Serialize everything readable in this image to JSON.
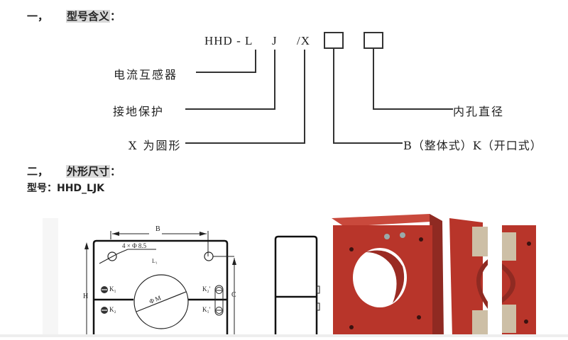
{
  "section1": {
    "number": "一，",
    "title": "型号含义",
    "colon": "："
  },
  "model_code": {
    "prefix": "HHD - L",
    "part_j": "J",
    "part_x": "/X",
    "boxes": [
      "",
      ""
    ]
  },
  "legend": {
    "current_transformer": "电流互感器",
    "ground_protection": "接地保护",
    "x_round": "X 为圆形",
    "inner_diameter": "内孔直径",
    "type_options": "B（整体式）K（开口式）"
  },
  "section2": {
    "number": "二，",
    "title": "外形尺寸",
    "colon": "："
  },
  "model_line": {
    "label": "型号：",
    "value": "HHD_LJK"
  },
  "drawing": {
    "dim_b": "B",
    "dim_h": "H",
    "dim_c": "C",
    "holes": "4 × Φ 8.5",
    "l1": "L₁",
    "diameter": "Φ M",
    "k1": "K₁",
    "k2": "K₂",
    "k2p": "K₂'",
    "k1p": "K₁'"
  },
  "photo": {
    "description": "red-current-transformers-photo",
    "colors": {
      "body": "#b8352a",
      "shade": "#8f2a22",
      "label": "#cdbfa6"
    }
  }
}
